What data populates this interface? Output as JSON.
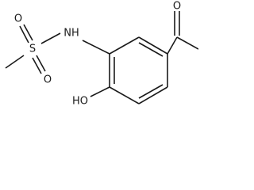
{
  "molecule": {
    "atoms": {
      "methyl_on_sulfur": "",
      "sulfur": "S",
      "oxygen_upper": "O",
      "oxygen_lower": "O",
      "amide_nitrogen": "NH",
      "hydroxyl": "HO",
      "carbonyl_oxygen": "O"
    }
  }
}
